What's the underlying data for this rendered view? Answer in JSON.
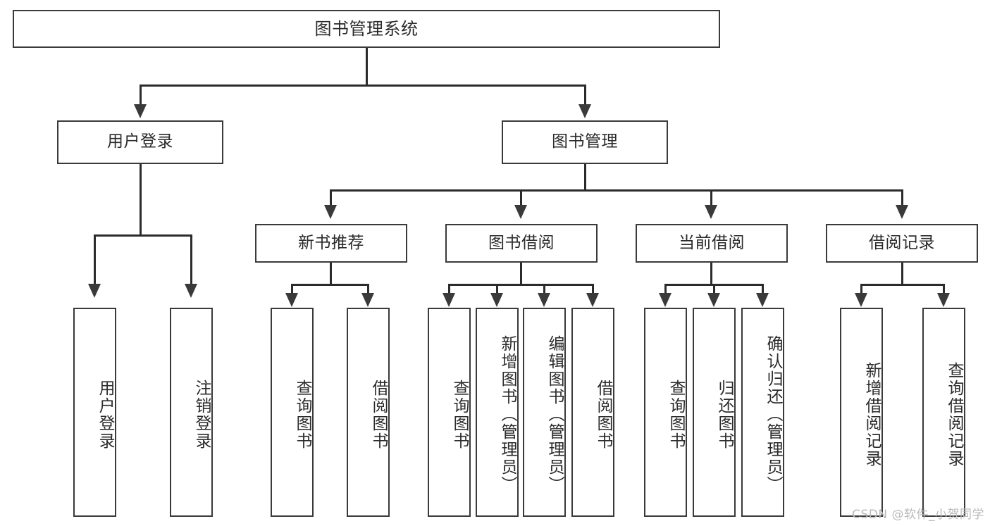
{
  "diagram": {
    "title": "图书管理系统",
    "type": "tree-hierarchy-chart",
    "root": {
      "label": "图书管理系统"
    },
    "level2": [
      {
        "label": "用户登录"
      },
      {
        "label": "图书管理"
      }
    ],
    "level3": [
      {
        "label": "新书推荐"
      },
      {
        "label": "图书借阅"
      },
      {
        "label": "当前借阅"
      },
      {
        "label": "借阅记录"
      }
    ],
    "leaves": {
      "user_login": [
        {
          "label": "用户登录"
        },
        {
          "label": "注销登录"
        }
      ],
      "new_book_recommend": [
        {
          "label": "查询图书"
        },
        {
          "label": "借阅图书"
        }
      ],
      "book_borrow": [
        {
          "label": "查询图书"
        },
        {
          "label": "新增图书（管理员）"
        },
        {
          "label": "编辑图书（管理员）"
        },
        {
          "label": "借阅图书"
        }
      ],
      "current_borrow": [
        {
          "label": "查询图书"
        },
        {
          "label": "归还图书"
        },
        {
          "label": "确认归还（管理员）"
        }
      ],
      "borrow_record": [
        {
          "label": "新增借阅记录"
        },
        {
          "label": "查询借阅记录"
        }
      ]
    }
  },
  "watermark": {
    "text": "CSDN @软件_小贺同学"
  },
  "colors": {
    "border": "#3a3a3a",
    "text": "#2b2b2b",
    "line": "#2b2b2b",
    "background": "#ffffff",
    "watermark": "#b9b9b9"
  }
}
